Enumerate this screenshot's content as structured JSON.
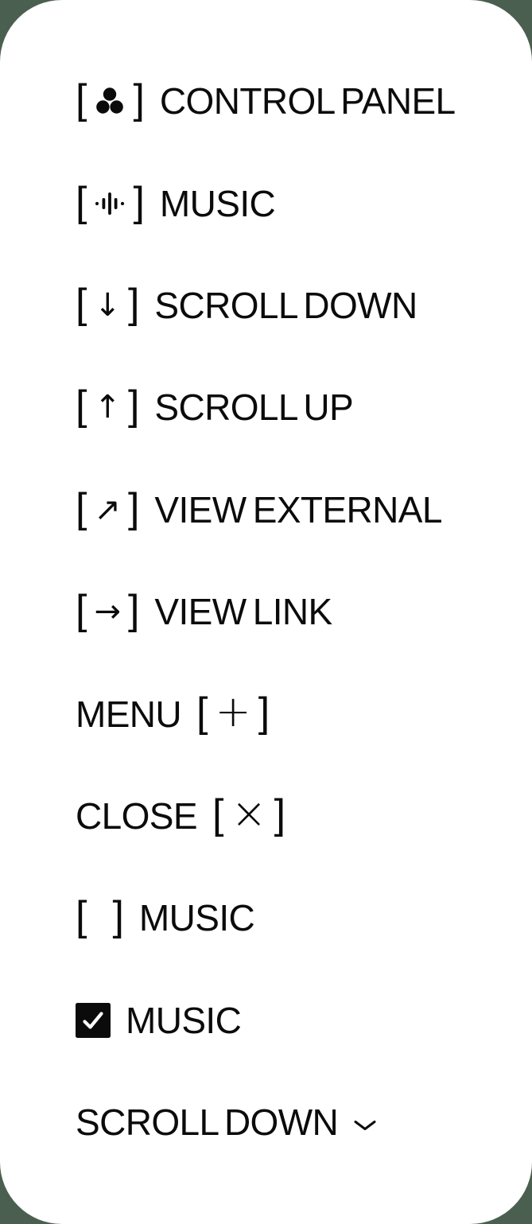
{
  "theme": {
    "background_color": "#4B5F50",
    "panel_color": "#FFFFFF",
    "text_color": "#0B0B0B"
  },
  "menu": {
    "items": [
      {
        "id": "control-panel",
        "label": "CONTROL PANEL",
        "icon": "asterism-dots",
        "icon_side": "left",
        "brackets": true,
        "glyph": ""
      },
      {
        "id": "music",
        "label": "MUSIC",
        "icon": "waveform",
        "icon_side": "left",
        "brackets": true,
        "glyph": ""
      },
      {
        "id": "scroll-down",
        "label": "SCROLL DOWN",
        "icon": "arrow-down",
        "icon_side": "left",
        "brackets": true,
        "glyph": "↓"
      },
      {
        "id": "scroll-up",
        "label": "SCROLL UP",
        "icon": "arrow-up",
        "icon_side": "left",
        "brackets": true,
        "glyph": "↑"
      },
      {
        "id": "view-external",
        "label": "VIEW EXTERNAL",
        "icon": "arrow-up-right",
        "icon_side": "left",
        "brackets": true,
        "glyph": "↗"
      },
      {
        "id": "view-link",
        "label": "VIEW LINK",
        "icon": "arrow-right",
        "icon_side": "left",
        "brackets": true,
        "glyph": "→"
      },
      {
        "id": "menu",
        "label": "MENU",
        "icon": "plus",
        "icon_side": "right",
        "brackets": true,
        "glyph": "+"
      },
      {
        "id": "close",
        "label": "CLOSE",
        "icon": "close-x",
        "icon_side": "right",
        "brackets": true,
        "glyph": "×"
      },
      {
        "id": "music-unchecked",
        "label": "MUSIC",
        "icon": "empty",
        "icon_side": "left",
        "brackets": true,
        "glyph": ""
      },
      {
        "id": "music-checked",
        "label": "MUSIC",
        "icon": "checkbox-checked",
        "icon_side": "left",
        "brackets": false,
        "glyph": ""
      },
      {
        "id": "scroll-down-chevron",
        "label": "SCROLL DOWN",
        "icon": "chevron-down",
        "icon_side": "right",
        "brackets": false,
        "glyph": ""
      }
    ]
  }
}
